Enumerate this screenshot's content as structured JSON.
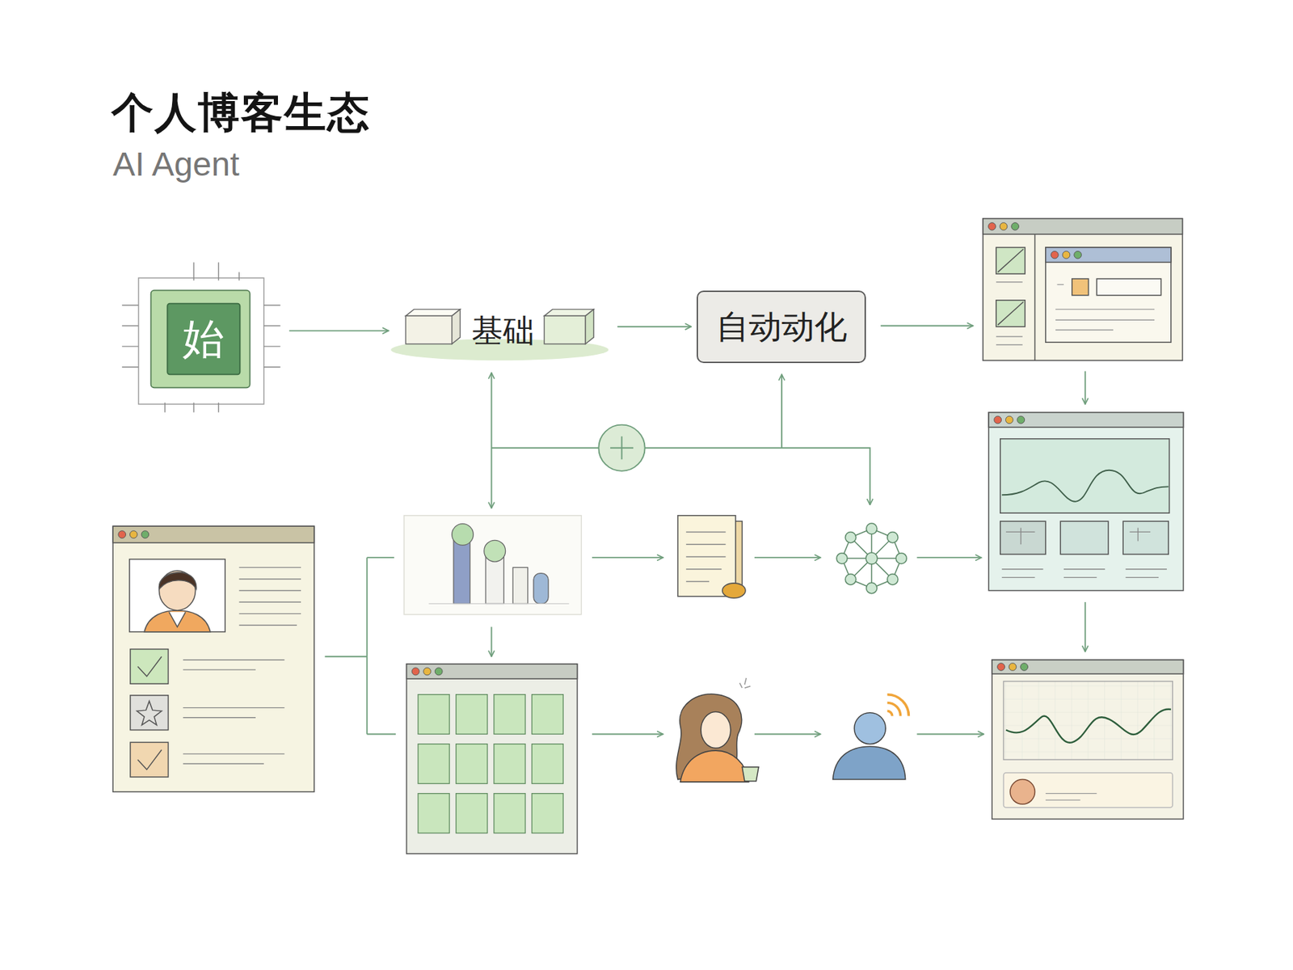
{
  "diagram": {
    "title": "个人博客生态",
    "nodes": [
      {
        "text": [
          "始"
        ]
      },
      {
        "text": [
          "基础"
        ]
      },
      {
        "text": [
          "自动动化"
        ]
      }
    ],
    "edges": [
      {
        "from": 0,
        "to": 1,
        "arrow": "to"
      },
      {
        "from": 1,
        "to": 2,
        "arrow": "to"
      }
    ],
    "labels": [
      "AI Agent"
    ]
  }
}
